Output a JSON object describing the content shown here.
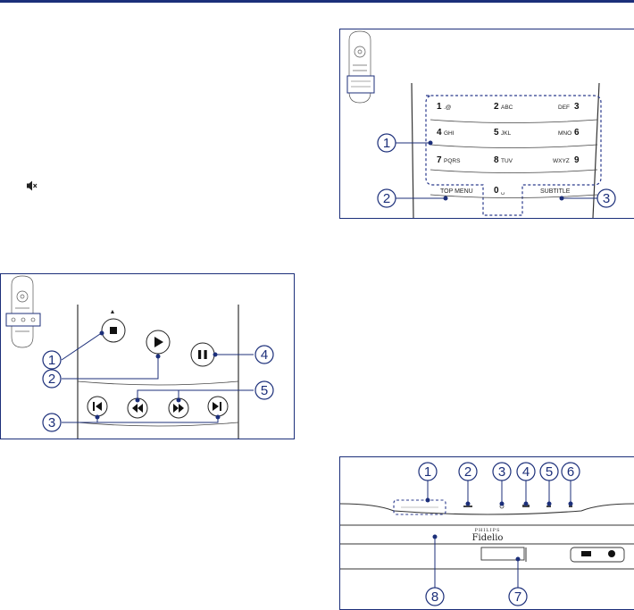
{
  "figure_keypad": {
    "keys": [
      {
        "num": "1",
        "letters": ".@"
      },
      {
        "num": "2",
        "letters": "ABC"
      },
      {
        "num": "3",
        "letters": "DEF"
      },
      {
        "num": "4",
        "letters": "GHI"
      },
      {
        "num": "5",
        "letters": "JKL"
      },
      {
        "num": "6",
        "letters": "MNO"
      },
      {
        "num": "7",
        "letters": "PQRS"
      },
      {
        "num": "8",
        "letters": "TUV"
      },
      {
        "num": "9",
        "letters": "WXYZ"
      },
      {
        "num": "0",
        "letters": "␣"
      }
    ],
    "top_menu_label": "TOP MENU",
    "subtitle_label": "SUBTITLE",
    "callouts": [
      "1",
      "2",
      "3"
    ]
  },
  "figure_playback": {
    "eject_symbol": "▲",
    "callouts": [
      "1",
      "2",
      "3",
      "4",
      "5"
    ]
  },
  "figure_panel": {
    "brand": "PHILIPS",
    "model": "Fidelio",
    "callouts": [
      "1",
      "2",
      "3",
      "4",
      "5",
      "6",
      "7",
      "8"
    ]
  },
  "icons": {
    "mute": "mute-speaker-icon"
  },
  "colors": {
    "accent": "#1c2f7a",
    "dashed": "#2a3a8c"
  }
}
